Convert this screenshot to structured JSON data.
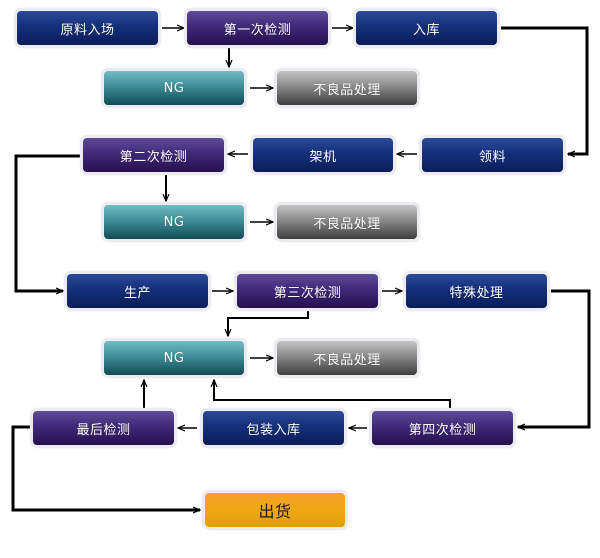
{
  "title": "生产质检流程图",
  "nodes": {
    "raw_material_in": "原料入场",
    "first_inspection": "第一次检测",
    "warehouse_in": "入库",
    "ng_1": "NG",
    "defect_handling_1": "不良品处理",
    "material_pick": "领料",
    "machine_setup": "架机",
    "second_inspection": "第二次检测",
    "ng_2": "NG",
    "defect_handling_2": "不良品处理",
    "production": "生产",
    "third_inspection": "第三次检测",
    "special_handling": "特殊处理",
    "ng_3": "NG",
    "defect_handling_3": "不良品处理",
    "fourth_inspection": "第四次检测",
    "packing_warehouse": "包装入库",
    "final_inspection": "最后检测",
    "shipment": "出货"
  },
  "edges": [
    [
      "raw_material_in",
      "first_inspection"
    ],
    [
      "first_inspection",
      "warehouse_in"
    ],
    [
      "first_inspection",
      "ng_1"
    ],
    [
      "ng_1",
      "defect_handling_1"
    ],
    [
      "warehouse_in",
      "material_pick"
    ],
    [
      "material_pick",
      "machine_setup"
    ],
    [
      "machine_setup",
      "second_inspection"
    ],
    [
      "second_inspection",
      "ng_2"
    ],
    [
      "ng_2",
      "defect_handling_2"
    ],
    [
      "second_inspection",
      "production"
    ],
    [
      "production",
      "third_inspection"
    ],
    [
      "third_inspection",
      "special_handling"
    ],
    [
      "third_inspection",
      "ng_3"
    ],
    [
      "ng_3",
      "defect_handling_3"
    ],
    [
      "special_handling",
      "fourth_inspection"
    ],
    [
      "fourth_inspection",
      "packing_warehouse"
    ],
    [
      "fourth_inspection",
      "ng_3"
    ],
    [
      "packing_warehouse",
      "final_inspection"
    ],
    [
      "final_inspection",
      "ng_3"
    ],
    [
      "final_inspection",
      "shipment"
    ]
  ],
  "colors": {
    "process": "#15307a",
    "inspection": "#3f2a7a",
    "ng": "#3f8e98",
    "defect": "#8a8a8a",
    "shipment": "#eea815"
  }
}
